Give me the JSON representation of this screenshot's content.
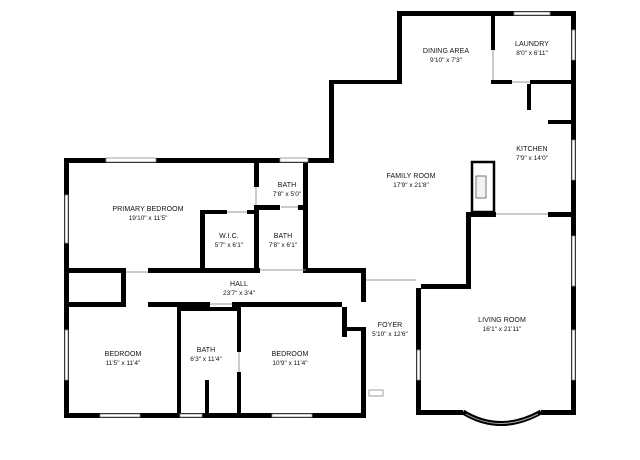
{
  "rooms": {
    "dining": {
      "name": "DINING AREA",
      "dims": "9'10\" x 7'3\""
    },
    "laundry": {
      "name": "LAUNDRY",
      "dims": "8'0\" x 6'11\""
    },
    "kitchen": {
      "name": "KITCHEN",
      "dims": "7'9\" x 14'0\""
    },
    "family": {
      "name": "FAMILY ROOM",
      "dims": "17'9\" x 21'8\""
    },
    "primary": {
      "name": "PRIMARY BEDROOM",
      "dims": "19'10\" x 11'5\""
    },
    "bath1": {
      "name": "BATH",
      "dims": "7'8\" x 5'0\""
    },
    "wic": {
      "name": "W.I.C.",
      "dims": "5'7\" x 6'1\""
    },
    "bath2": {
      "name": "BATH",
      "dims": "7'8\" x 6'1\""
    },
    "hall": {
      "name": "HALL",
      "dims": "23'7\" x 3'4\""
    },
    "foyer": {
      "name": "FOYER",
      "dims": "5'10\" x 12'6\""
    },
    "living": {
      "name": "LIVING ROOM",
      "dims": "16'1\" x 21'11\""
    },
    "bedroom1": {
      "name": "BEDROOM",
      "dims": "11'5\" x 11'4\""
    },
    "bath3": {
      "name": "BATH",
      "dims": "6'3\" x 11'4\""
    },
    "bedroom2": {
      "name": "BEDROOM",
      "dims": "10'9\" x 11'4\""
    }
  }
}
